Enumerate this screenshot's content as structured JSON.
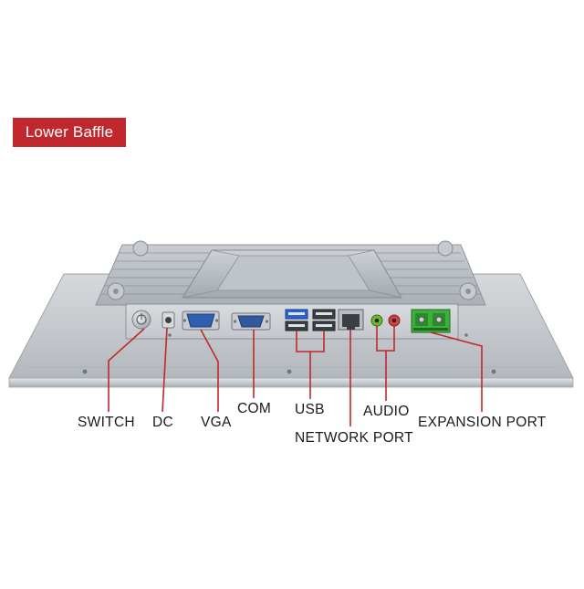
{
  "badge": {
    "text": "Lower Baffle",
    "color": "#c0282d"
  },
  "callouts": {
    "switch": "SWITCH",
    "dc": "DC",
    "vga": "VGA",
    "com": "COM",
    "usb": "USB",
    "audio": "AUDIO",
    "expansion": "EXPANSION PORT",
    "network": "NETWORK PORT"
  },
  "colors": {
    "leader_line": "#c0282d",
    "vga_port": "#2f5fb3",
    "com_port": "#34589e",
    "usb3_port": "#2b62d0",
    "audio_green": "#6fb72d",
    "audio_red": "#d64242",
    "expansion_connector": "#3cb03a"
  },
  "icons": [
    "power-switch-icon",
    "dc-jack-icon",
    "vga-port-icon",
    "com-port-icon",
    "usb-port-icon",
    "rj45-port-icon",
    "audio-jack-icon",
    "terminal-block-icon"
  ]
}
